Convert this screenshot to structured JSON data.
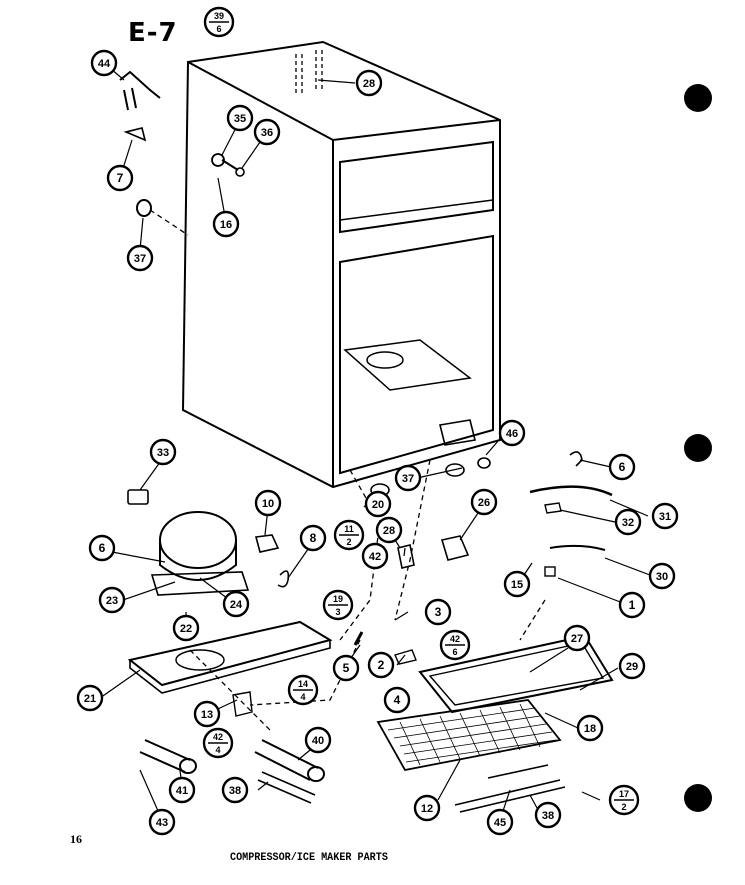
{
  "header": {
    "figure_id": "E-7"
  },
  "footer": {
    "page_number": "16",
    "caption": "COMPRESSOR/ICE MAKER PARTS"
  },
  "callouts": [
    {
      "id": "c44",
      "label": "44"
    },
    {
      "id": "c7",
      "label": "7"
    },
    {
      "id": "c37a",
      "label": "37"
    },
    {
      "id": "c35",
      "label": "35"
    },
    {
      "id": "c36",
      "label": "36"
    },
    {
      "id": "c16",
      "label": "16"
    },
    {
      "id": "c28top",
      "label": "28"
    },
    {
      "id": "c33",
      "label": "33"
    },
    {
      "id": "c10",
      "label": "10"
    },
    {
      "id": "c8",
      "label": "8"
    },
    {
      "id": "c6cmp",
      "label": "6"
    },
    {
      "id": "c23",
      "label": "23"
    },
    {
      "id": "c24",
      "label": "24"
    },
    {
      "id": "c22",
      "label": "22"
    },
    {
      "id": "c21",
      "label": "21"
    },
    {
      "id": "c5",
      "label": "5"
    },
    {
      "id": "c13",
      "label": "13"
    },
    {
      "id": "c41",
      "label": "41"
    },
    {
      "id": "c43",
      "label": "43"
    },
    {
      "id": "c38a",
      "label": "38"
    },
    {
      "id": "c40",
      "label": "40"
    },
    {
      "id": "c46",
      "label": "46"
    },
    {
      "id": "c37b",
      "label": "37"
    },
    {
      "id": "c20",
      "label": "20"
    },
    {
      "id": "c26",
      "label": "26"
    },
    {
      "id": "c28mid",
      "label": "28"
    },
    {
      "id": "c42",
      "label": "42"
    },
    {
      "id": "c3",
      "label": "3"
    },
    {
      "id": "c2",
      "label": "2"
    },
    {
      "id": "c4",
      "label": "4"
    },
    {
      "id": "c15",
      "label": "15"
    },
    {
      "id": "c6r",
      "label": "6"
    },
    {
      "id": "c31",
      "label": "31"
    },
    {
      "id": "c32",
      "label": "32"
    },
    {
      "id": "c30",
      "label": "30"
    },
    {
      "id": "c1",
      "label": "1"
    },
    {
      "id": "c27",
      "label": "27"
    },
    {
      "id": "c29",
      "label": "29"
    },
    {
      "id": "c18",
      "label": "18"
    },
    {
      "id": "c12",
      "label": "12"
    },
    {
      "id": "c45",
      "label": "45"
    },
    {
      "id": "c38b",
      "label": "38"
    }
  ],
  "fraction_callouts": [
    {
      "id": "f39_6",
      "top": "39",
      "bottom": "6"
    },
    {
      "id": "f11_2",
      "top": "11",
      "bottom": "2"
    },
    {
      "id": "f19_3",
      "top": "19",
      "bottom": "3"
    },
    {
      "id": "f14_4",
      "top": "14",
      "bottom": "4"
    },
    {
      "id": "f42_4",
      "top": "42",
      "bottom": "4"
    },
    {
      "id": "f42_6",
      "top": "42",
      "bottom": "6"
    },
    {
      "id": "f17_2",
      "top": "17",
      "bottom": "2"
    }
  ]
}
